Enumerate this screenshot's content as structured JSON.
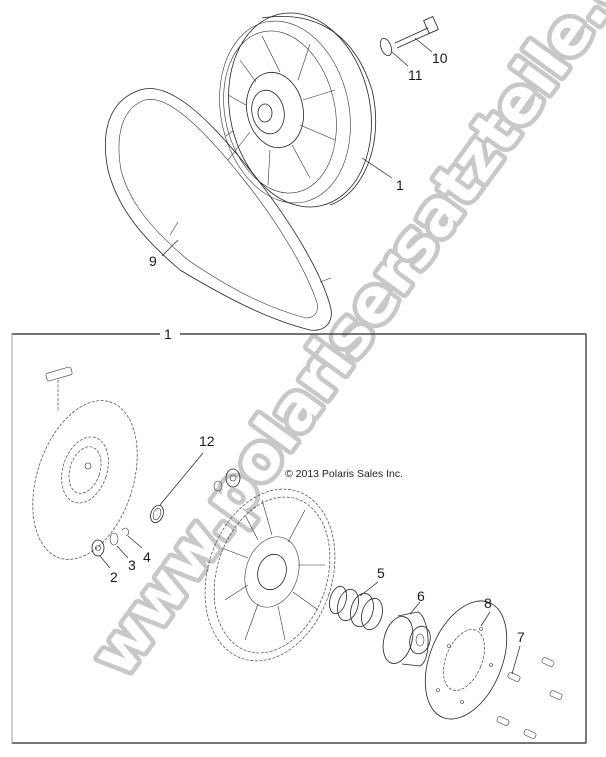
{
  "diagram": {
    "type": "exploded-parts-diagram",
    "copyright": "© 2013 Polaris Sales Inc.",
    "watermark": "www.polarisersatzteile.de",
    "assembly_frame_label": "1",
    "callouts": [
      {
        "id": "callout-1-top",
        "label": "1",
        "part": "driven clutch assembly"
      },
      {
        "id": "callout-9",
        "label": "9",
        "part": "drive belt"
      },
      {
        "id": "callout-10",
        "label": "10",
        "part": "bolt"
      },
      {
        "id": "callout-11",
        "label": "11",
        "part": "washer"
      },
      {
        "id": "callout-12",
        "label": "12",
        "part": "washer / seal ring"
      },
      {
        "id": "callout-2",
        "label": "2",
        "part": "bushing"
      },
      {
        "id": "callout-3",
        "label": "3",
        "part": "washer"
      },
      {
        "id": "callout-4",
        "label": "4",
        "part": "retaining clip"
      },
      {
        "id": "callout-5",
        "label": "5",
        "part": "spring"
      },
      {
        "id": "callout-6",
        "label": "6",
        "part": "spring cup / ramp"
      },
      {
        "id": "callout-7",
        "label": "7",
        "part": "screw"
      },
      {
        "id": "callout-8",
        "label": "8",
        "part": "cover plate"
      }
    ]
  }
}
